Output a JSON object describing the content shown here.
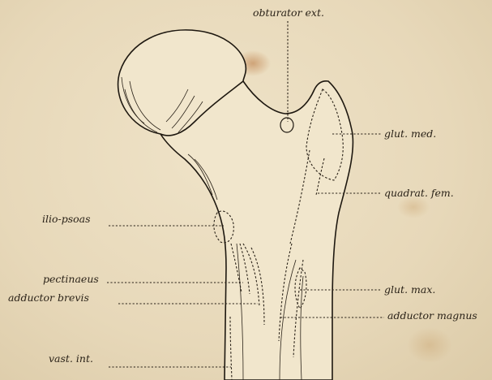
{
  "figure": {
    "labels": {
      "obturator_ext": "obturator ext.",
      "glut_med": "glut. med.",
      "quadrat_fem": "quadrat. fem.",
      "ilio_psoas": "ilio-psoas",
      "pectinaeus": "pectinaeus",
      "adductor_brevis": "adductor brevis",
      "glut_max": "glut. max.",
      "adductor_magnus": "adductor magnus",
      "vast_int": "vast. int."
    }
  },
  "colors": {
    "paper": "#e9dcc0",
    "ink": "#2a2218",
    "stain": "#b8743c"
  }
}
